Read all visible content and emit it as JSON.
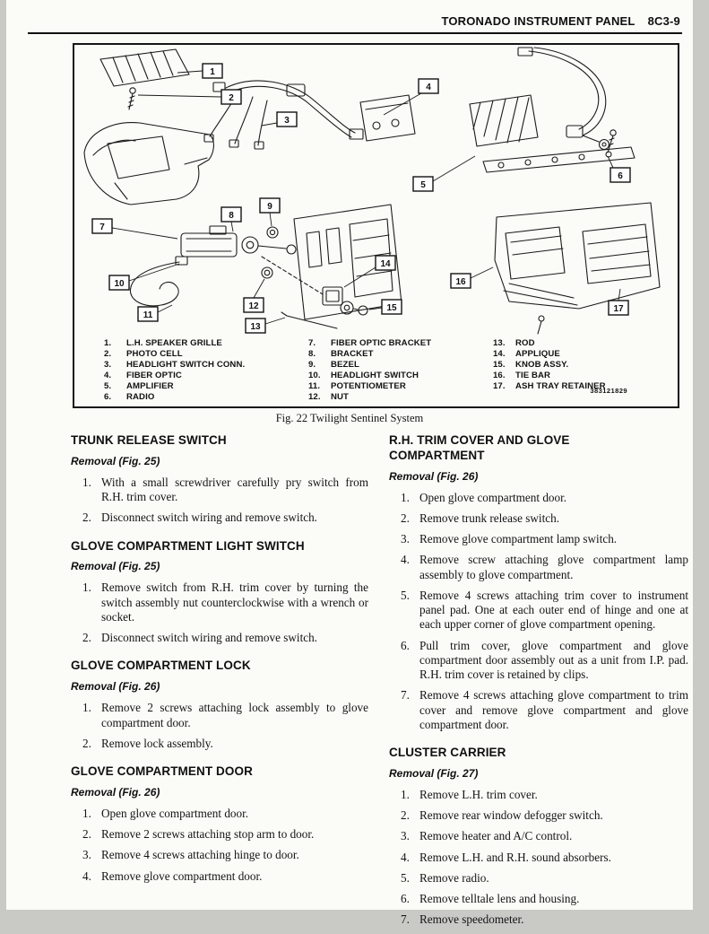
{
  "header": {
    "title": "TORONADO INSTRUMENT PANEL",
    "code": "8C3-9"
  },
  "figure": {
    "caption": "Fig. 22 Twilight Sentinel System",
    "part_number": "383121829",
    "callouts": [
      "1",
      "2",
      "3",
      "4",
      "5",
      "6",
      "7",
      "8",
      "9",
      "10",
      "11",
      "12",
      "13",
      "14",
      "15",
      "16",
      "17"
    ],
    "legend_col1": [
      {
        "n": "1.",
        "t": "L.H. SPEAKER GRILLE"
      },
      {
        "n": "2.",
        "t": "PHOTO CELL"
      },
      {
        "n": "3.",
        "t": "HEADLIGHT SWITCH CONN."
      },
      {
        "n": "4.",
        "t": "FIBER OPTIC"
      },
      {
        "n": "5.",
        "t": "AMPLIFIER"
      },
      {
        "n": "6.",
        "t": "RADIO"
      }
    ],
    "legend_col2": [
      {
        "n": "7.",
        "t": "FIBER OPTIC BRACKET"
      },
      {
        "n": "8.",
        "t": "BRACKET"
      },
      {
        "n": "9.",
        "t": "BEZEL"
      },
      {
        "n": "10.",
        "t": "HEADLIGHT SWITCH"
      },
      {
        "n": "11.",
        "t": "POTENTIOMETER"
      },
      {
        "n": "12.",
        "t": "NUT"
      }
    ],
    "legend_col3": [
      {
        "n": "13.",
        "t": "ROD"
      },
      {
        "n": "14.",
        "t": "APPLIQUE"
      },
      {
        "n": "15.",
        "t": "KNOB ASSY."
      },
      {
        "n": "16.",
        "t": "TIE BAR"
      },
      {
        "n": "17.",
        "t": "ASH TRAY RETAINER"
      }
    ]
  },
  "left_sections": [
    {
      "title": "TRUNK RELEASE SWITCH",
      "subtitle": "Removal (Fig. 25)",
      "steps": [
        {
          "n": "1.",
          "t": "With a small screwdriver carefully pry switch from R.H. trim cover."
        },
        {
          "n": "2.",
          "t": "Disconnect switch wiring and remove switch."
        }
      ]
    },
    {
      "title": "GLOVE COMPARTMENT LIGHT SWITCH",
      "subtitle": "Removal (Fig. 25)",
      "steps": [
        {
          "n": "1.",
          "t": "Remove switch from R.H. trim cover by turning the switch assembly nut counterclockwise with a wrench or socket."
        },
        {
          "n": "2.",
          "t": "Disconnect switch wiring and remove switch."
        }
      ]
    },
    {
      "title": "GLOVE COMPARTMENT LOCK",
      "subtitle": "Removal (Fig. 26)",
      "steps": [
        {
          "n": "1.",
          "t": "Remove 2 screws attaching lock assembly to glove compartment door."
        },
        {
          "n": "2.",
          "t": "Remove lock assembly."
        }
      ]
    },
    {
      "title": "GLOVE COMPARTMENT DOOR",
      "subtitle": "Removal (Fig. 26)",
      "steps": [
        {
          "n": "1.",
          "t": "Open glove compartment door."
        },
        {
          "n": "2.",
          "t": "Remove 2 screws attaching stop arm to door."
        },
        {
          "n": "3.",
          "t": "Remove 4 screws attaching hinge to door."
        },
        {
          "n": "4.",
          "t": "Remove glove compartment door."
        }
      ]
    }
  ],
  "right_sections": [
    {
      "title": "R.H. TRIM COVER AND GLOVE\nCOMPARTMENT",
      "subtitle": "Removal (Fig. 26)",
      "steps": [
        {
          "n": "1.",
          "t": "Open glove compartment door."
        },
        {
          "n": "2.",
          "t": "Remove trunk release switch."
        },
        {
          "n": "3.",
          "t": "Remove glove compartment lamp switch."
        },
        {
          "n": "4.",
          "t": "Remove screw attaching glove compartment lamp assembly to glove compartment."
        },
        {
          "n": "5.",
          "t": "Remove 4 screws attaching trim cover to instrument panel pad. One at each outer end of hinge and one at each upper corner of glove compartment opening."
        },
        {
          "n": "6.",
          "t": "Pull trim cover, glove compartment and glove compartment door assembly out as a unit from I.P. pad. R.H. trim cover is retained by clips."
        },
        {
          "n": "7.",
          "t": "Remove 4 screws attaching glove compartment to trim cover and remove glove compartment and glove compartment door."
        }
      ]
    },
    {
      "title": "CLUSTER CARRIER",
      "subtitle": "Removal (Fig. 27)",
      "steps": [
        {
          "n": "1.",
          "t": "Remove L.H. trim cover."
        },
        {
          "n": "2.",
          "t": "Remove rear window defogger switch."
        },
        {
          "n": "3.",
          "t": "Remove heater and A/C control."
        },
        {
          "n": "4.",
          "t": "Remove L.H. and R.H. sound absorbers."
        },
        {
          "n": "5.",
          "t": "Remove radio."
        },
        {
          "n": "6.",
          "t": "Remove telltale lens and housing."
        },
        {
          "n": "7.",
          "t": "Remove speedometer."
        }
      ]
    }
  ]
}
